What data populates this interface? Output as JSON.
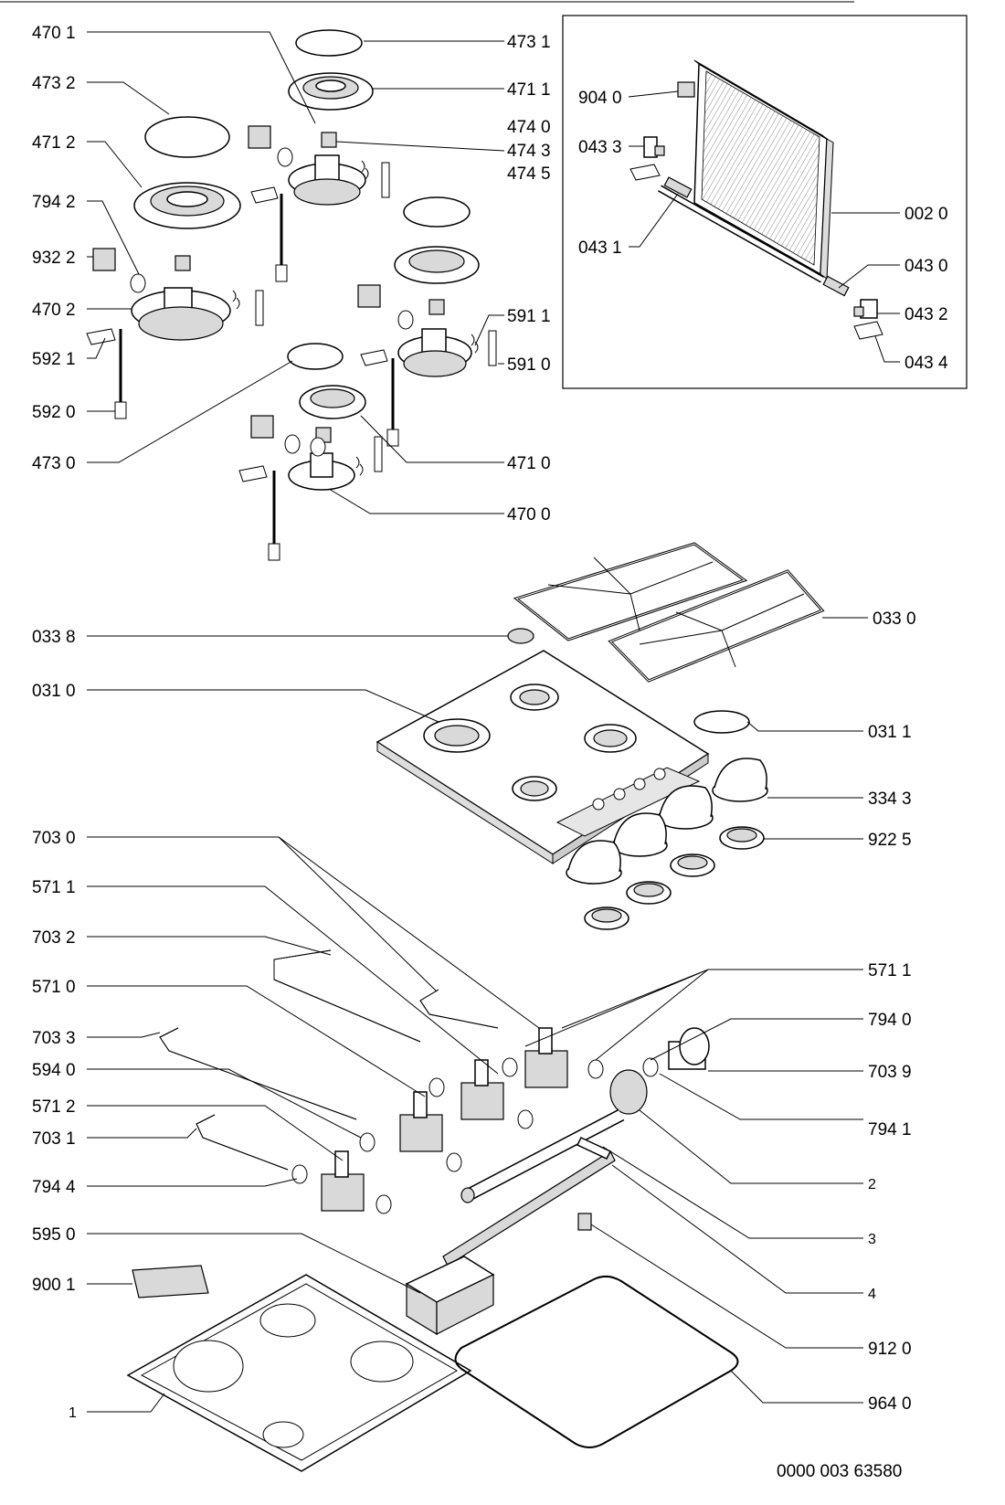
{
  "labels": {
    "l4701": "470 1",
    "l4731": "473 1",
    "l4732": "473 2",
    "l4711": "471 1",
    "l4740": "474 0",
    "l4743": "474 3",
    "l4745": "474 5",
    "l4712": "471 2",
    "l7942": "794 2",
    "l9322": "932 2",
    "l4702": "470 2",
    "l5911": "591 1",
    "l5921": "592 1",
    "l5910": "591 0",
    "l5920": "592 0",
    "l4730": "473 0",
    "l4710": "471 0",
    "l4700": "470 0",
    "l9040": "904 0",
    "l0433": "043 3",
    "l0020": "002 0",
    "l0431": "043 1",
    "l0430": "043 0",
    "l0432": "043 2",
    "l0434": "043 4",
    "l0338": "033 8",
    "l0330": "033 0",
    "l0310": "031 0",
    "l0311": "031 1",
    "l3343": "334 3",
    "l7030": "703 0",
    "l9225": "922 5",
    "l5711a": "571 1",
    "l7032": "703 2",
    "l5711b": "571 1",
    "l5710": "571 0",
    "l7940": "794 0",
    "l7033": "703 3",
    "l7039": "703 9",
    "l5940": "594 0",
    "l5712": "571 2",
    "l7941": "794 1",
    "l7031": "703 1",
    "l2": "2",
    "l7944": "794 4",
    "l3": "3",
    "l5950": "595 0",
    "l4": "4",
    "l9001": "900 1",
    "l9120": "912 0",
    "l1": "1",
    "l9640": "964 0",
    "drawing_code": "0000 003 63580"
  }
}
